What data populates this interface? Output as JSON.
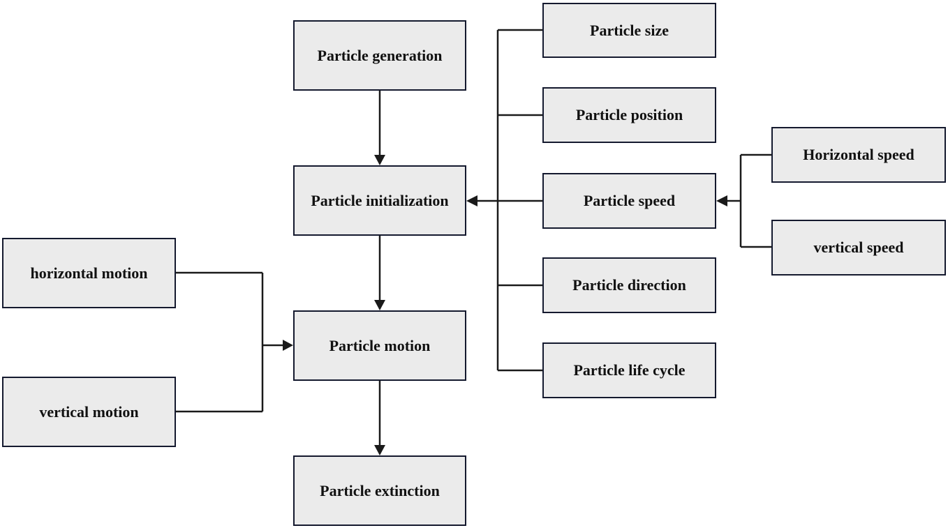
{
  "nodes": {
    "generation": "Particle generation",
    "initialization": "Particle initialization",
    "motion": "Particle motion",
    "extinction": "Particle extinction",
    "horizontal_motion": "horizontal motion",
    "vertical_motion": "vertical motion",
    "size": "Particle size",
    "position": "Particle position",
    "speed": "Particle speed",
    "direction": "Particle direction",
    "life_cycle": "Particle life cycle",
    "horizontal_speed": "Horizontal speed",
    "vertical_speed": "vertical speed"
  },
  "edges": [
    {
      "from": "generation",
      "to": "initialization"
    },
    {
      "from": "initialization",
      "to": "motion"
    },
    {
      "from": "motion",
      "to": "extinction"
    },
    {
      "from": "size",
      "to": "initialization"
    },
    {
      "from": "position",
      "to": "initialization"
    },
    {
      "from": "speed",
      "to": "initialization"
    },
    {
      "from": "direction",
      "to": "initialization"
    },
    {
      "from": "life_cycle",
      "to": "initialization"
    },
    {
      "from": "horizontal_speed",
      "to": "speed"
    },
    {
      "from": "vertical_speed",
      "to": "speed"
    },
    {
      "from": "horizontal_motion",
      "to": "motion"
    },
    {
      "from": "vertical_motion",
      "to": "motion"
    }
  ],
  "colors": {
    "box_fill": "#ebebeb",
    "box_border": "#14192e",
    "line": "#1a1a1a",
    "text": "#111111"
  }
}
